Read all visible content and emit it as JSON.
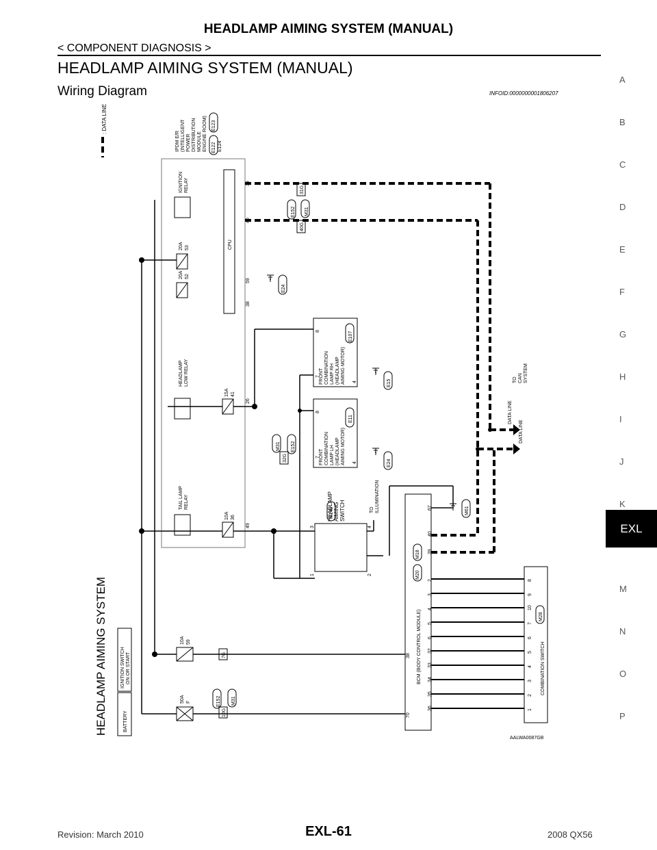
{
  "header": {
    "title": "HEADLAMP AIMING SYSTEM (MANUAL)",
    "breadcrumb": "< COMPONENT DIAGNOSIS >",
    "section_title": "HEADLAMP AIMING SYSTEM (MANUAL)",
    "subsection_title": "Wiring Diagram",
    "info_id": "INFOID:0000000001806207"
  },
  "side_index": [
    "A",
    "B",
    "C",
    "D",
    "E",
    "F",
    "G",
    "H",
    "I",
    "J",
    "K",
    "EXL",
    "M",
    "N",
    "O",
    "P"
  ],
  "active_tab": "EXL",
  "footer": {
    "page_number": "EXL-61",
    "revision": "Revision: March 2010",
    "model": "2008 QX56"
  },
  "diagram": {
    "system_title": "HEADLAMP AIMING SYSTEM",
    "legend_data_line": ": DATA LINE",
    "ipdm_label": [
      "IPDM E/R",
      "(INTELLIGENT",
      "POWER",
      "DISTRIBUTION",
      "MODULE",
      "ENGINE ROOM)"
    ],
    "ipdm_connectors": [
      "E122",
      "E123",
      "E124"
    ],
    "ignition_relay": [
      "IGNITION",
      "RELAY"
    ],
    "headlamp_low_relay": [
      "HEADLAMP",
      "LOW RELAY"
    ],
    "tail_lamp_relay": [
      "TAIL LAMP",
      "RELAY"
    ],
    "cpu": "CPU",
    "fuses": [
      {
        "amp": "20A",
        "num": "53"
      },
      {
        "amp": "20A",
        "num": "52"
      },
      {
        "amp": "15A",
        "num": "41"
      },
      {
        "amp": "10A",
        "num": "36"
      },
      {
        "amp": "10A",
        "num": "59"
      },
      {
        "amp": "50A",
        "num": "F"
      }
    ],
    "ipdm_pins": [
      "39",
      "40",
      "59",
      "38",
      "26",
      "49"
    ],
    "ground_e24_top": "E24",
    "joint_top": {
      "c1": "E152",
      "c2": "M31",
      "p1": "31G",
      "p2": "40G"
    },
    "joint_mid": {
      "c1": "M31",
      "c2": "E152",
      "p": "32G"
    },
    "joint_bot": {
      "c1": "E152",
      "c2": "M31",
      "p": "10G"
    },
    "pin_7g": "7G",
    "rh_aim_motor": [
      "FRONT",
      "COMBINATION",
      "LAMP RH",
      "(HEADLAMP",
      "AIMING MOTOR)"
    ],
    "rh_conn": "E107",
    "rh_pins": [
      "8",
      "7",
      "4"
    ],
    "rh_ground": "E15",
    "lh_aim_motor": [
      "FRONT",
      "COMBINATION",
      "LAMP LH",
      "(HEADLAMP",
      "AIMING MOTOR)"
    ],
    "lh_conn": "E11",
    "lh_pins": [
      "8",
      "7",
      "4"
    ],
    "lh_ground": "E24",
    "aim_switch": [
      "HEADLAMP",
      "AIMING",
      "SWITCH"
    ],
    "aim_switch_conn": "M149",
    "aim_switch_pins": [
      "3",
      "1",
      "2",
      "4"
    ],
    "to_illumination": [
      "TO",
      "ILLUMINATION"
    ],
    "bcm_label": "BCM (BODY CONTROL MODULE)",
    "bcm_conns": [
      "M18",
      "M20"
    ],
    "bcm_top_pins": [
      "67",
      "40",
      "39",
      "2",
      "3",
      "4",
      "5",
      "6",
      "32",
      "33",
      "34",
      "35",
      "36"
    ],
    "bcm_left_pins": [
      "38",
      "70"
    ],
    "bcm_ground": "M61",
    "combination_switch": "COMBINATION SWITCH",
    "combination_switch_conn": "M28",
    "combination_pins": [
      "8",
      "9",
      "10",
      "7",
      "6",
      "5",
      "4",
      "3",
      "2",
      "1"
    ],
    "data_line_1": "DATA LINE",
    "data_line_2": "DATA LINE",
    "to_can": [
      "TO",
      "CAN",
      "SYSTEM"
    ],
    "battery": "BATTERY",
    "ign_switch": [
      "IGNITION SWITCH",
      "ON OR START"
    ],
    "figure_code": "AALWA0087GB"
  }
}
